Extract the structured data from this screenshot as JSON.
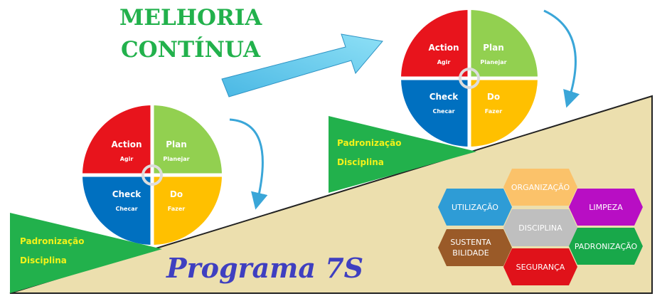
{
  "title": {
    "line1": "MELHORIA",
    "line2": "CONTÍNUA"
  },
  "program": "Programa 7S",
  "pdca_left": {
    "action": "Action",
    "action_sub": "Agir",
    "plan": "Plan",
    "plan_sub": "Planejar",
    "check": "Check",
    "check_sub": "Checar",
    "do": "Do",
    "do_sub": "Fazer"
  },
  "pdca_right": {
    "action": "Action",
    "action_sub": "Agir",
    "plan": "Plan",
    "plan_sub": "Planejar",
    "check": "Check",
    "check_sub": "Checar",
    "do": "Do",
    "do_sub": "Fazer"
  },
  "ramp_left": {
    "line1": "Padronização",
    "line2": "Disciplina"
  },
  "ramp_right": {
    "line1": "Padronização",
    "line2": "Disciplina"
  },
  "hexagons": {
    "organizacao": "ORGANIZAÇÃO",
    "utilizacao": "UTILIZAÇÃO",
    "limpeza": "LIMPEZA",
    "disciplina": "DISCIPLINA",
    "sustentabilidade_1": "SUSTENTA",
    "sustentabilidade_2": "BILIDADE",
    "padronizacao": "PADRONIZAÇÃO",
    "seguranca": "SEGURANÇA"
  },
  "colors": {
    "action": "#e8141c",
    "plan": "#92d050",
    "check": "#0070c0",
    "do": "#ffc000",
    "ramp": "#22b14c",
    "slope": "#ecdfae",
    "arrow": "#5bc8ec",
    "organizacao": "#fbc26a",
    "utilizacao": "#2e9cd6",
    "limpeza": "#b80ec4",
    "disciplina": "#bfbfbf",
    "sustentabilidade": "#9a5a28",
    "padronizacao": "#18a84a",
    "seguranca": "#e0121a"
  }
}
